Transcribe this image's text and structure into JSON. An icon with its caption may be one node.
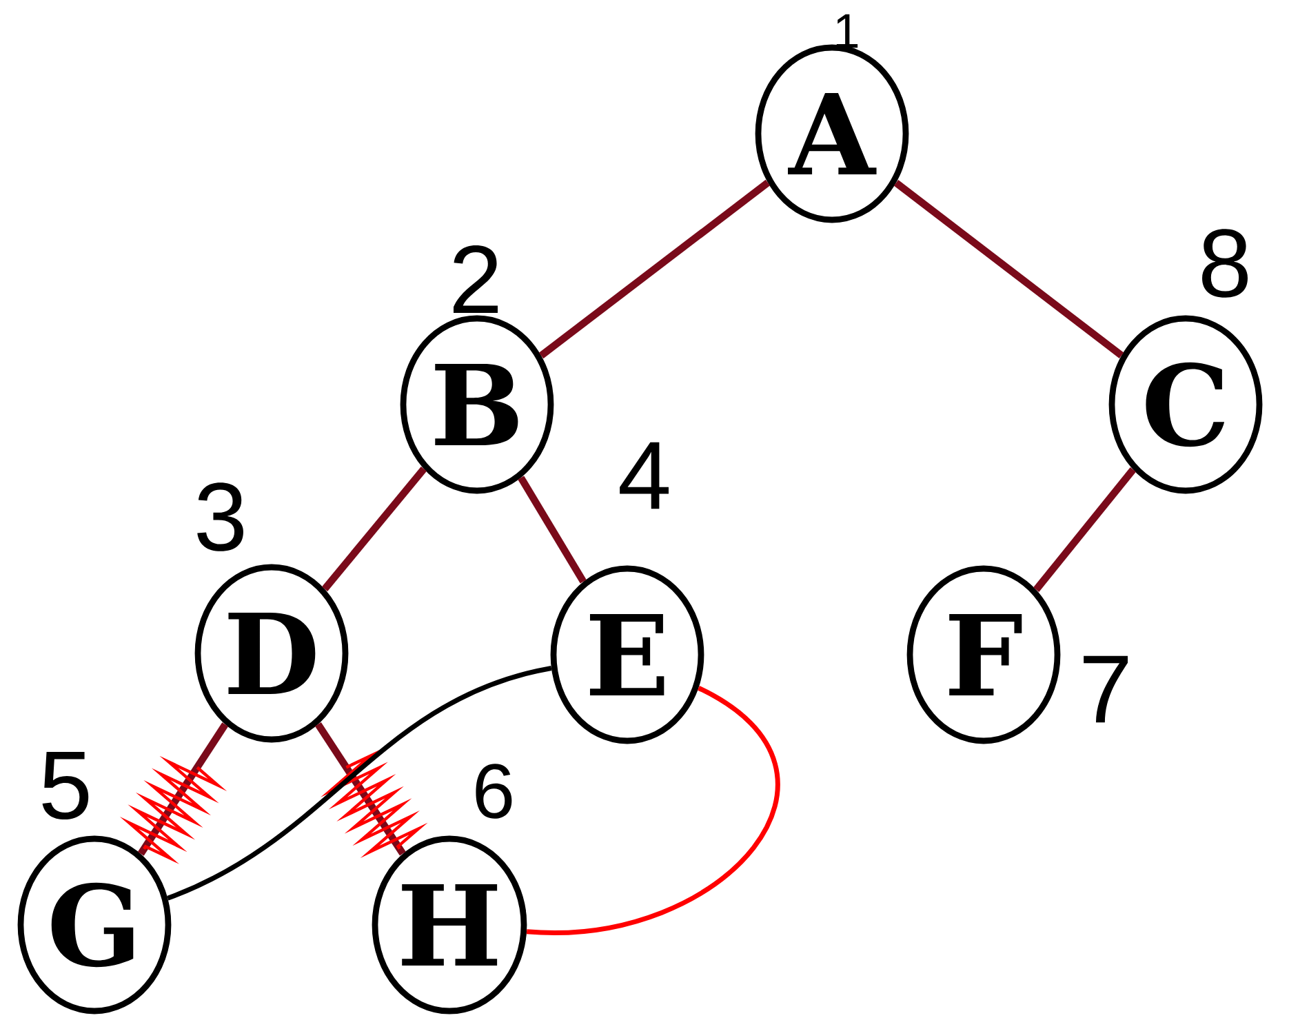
{
  "diagram": {
    "nodes": [
      {
        "text": [
          "A"
        ],
        "beside": [
          "1"
        ]
      },
      {
        "text": [
          "B"
        ],
        "beside": [
          "2"
        ]
      },
      {
        "text": [
          "C"
        ],
        "beside": [
          "8"
        ]
      },
      {
        "text": [
          "D"
        ],
        "beside": [
          "3"
        ]
      },
      {
        "text": [
          "E"
        ],
        "beside": [
          "4"
        ]
      },
      {
        "text": [
          "F"
        ],
        "beside": [
          "7"
        ]
      },
      {
        "text": [
          "G"
        ],
        "beside": [
          "5"
        ]
      },
      {
        "text": [
          "H"
        ],
        "beside": [
          "6"
        ]
      }
    ],
    "edges": [
      {
        "from": 0,
        "to": 1,
        "arrow": "none"
      },
      {
        "from": 0,
        "to": 2,
        "arrow": "none"
      },
      {
        "from": 1,
        "to": 3,
        "arrow": "none"
      },
      {
        "from": 1,
        "to": 4,
        "arrow": "none"
      },
      {
        "from": 2,
        "to": 5,
        "arrow": "none"
      },
      {
        "from": 3,
        "to": 6,
        "arrow": "none"
      },
      {
        "from": 3,
        "to": 7,
        "arrow": "none"
      },
      {
        "from": 4,
        "to": 6,
        "arrow": "none",
        "color": "#000000"
      },
      {
        "from": 4,
        "to": 7,
        "arrow": "none",
        "color": "#ff0000"
      }
    ]
  }
}
